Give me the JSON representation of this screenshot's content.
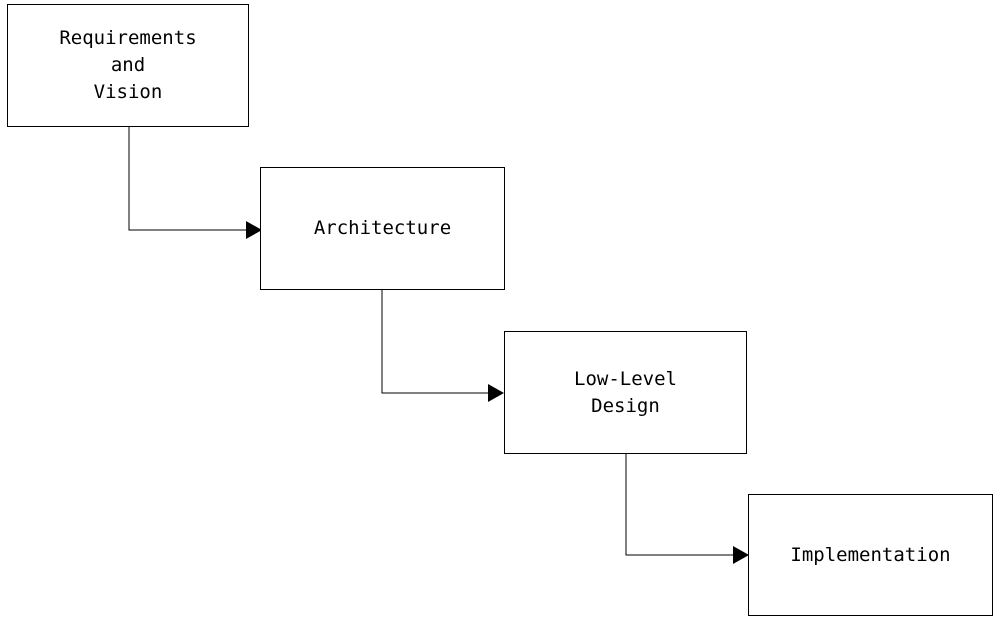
{
  "diagram": {
    "steps": [
      {
        "id": "requirements",
        "lines": [
          "Requirements",
          "and",
          "Vision"
        ]
      },
      {
        "id": "architecture",
        "lines": [
          "Architecture"
        ]
      },
      {
        "id": "low_level_design",
        "lines": [
          "Low-Level",
          "Design"
        ]
      },
      {
        "id": "implementation",
        "lines": [
          "Implementation"
        ]
      }
    ],
    "connections": [
      {
        "from": "requirements",
        "to": "architecture"
      },
      {
        "from": "architecture",
        "to": "low_level_design"
      },
      {
        "from": "low_level_design",
        "to": "implementation"
      }
    ],
    "colors": {
      "stroke": "#000000",
      "background": "#ffffff"
    }
  }
}
